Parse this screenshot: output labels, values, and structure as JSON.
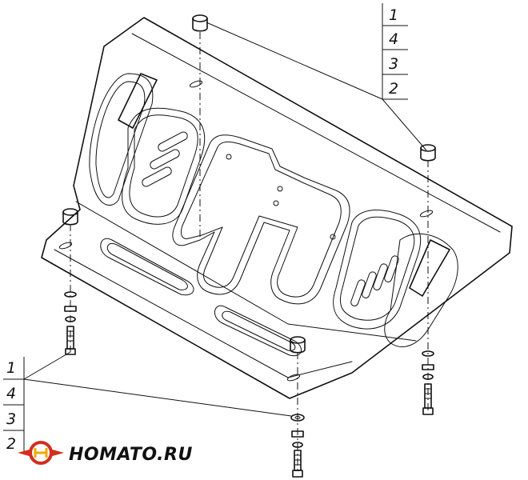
{
  "callouts": {
    "top_right": [
      "1",
      "4",
      "3",
      "2"
    ],
    "bottom_left": [
      "1",
      "4",
      "3",
      "2"
    ]
  },
  "brand": {
    "text": "HOMATO.RU",
    "logo_colors": {
      "ring": "#d32f1e",
      "accent": "#f2a900"
    }
  }
}
